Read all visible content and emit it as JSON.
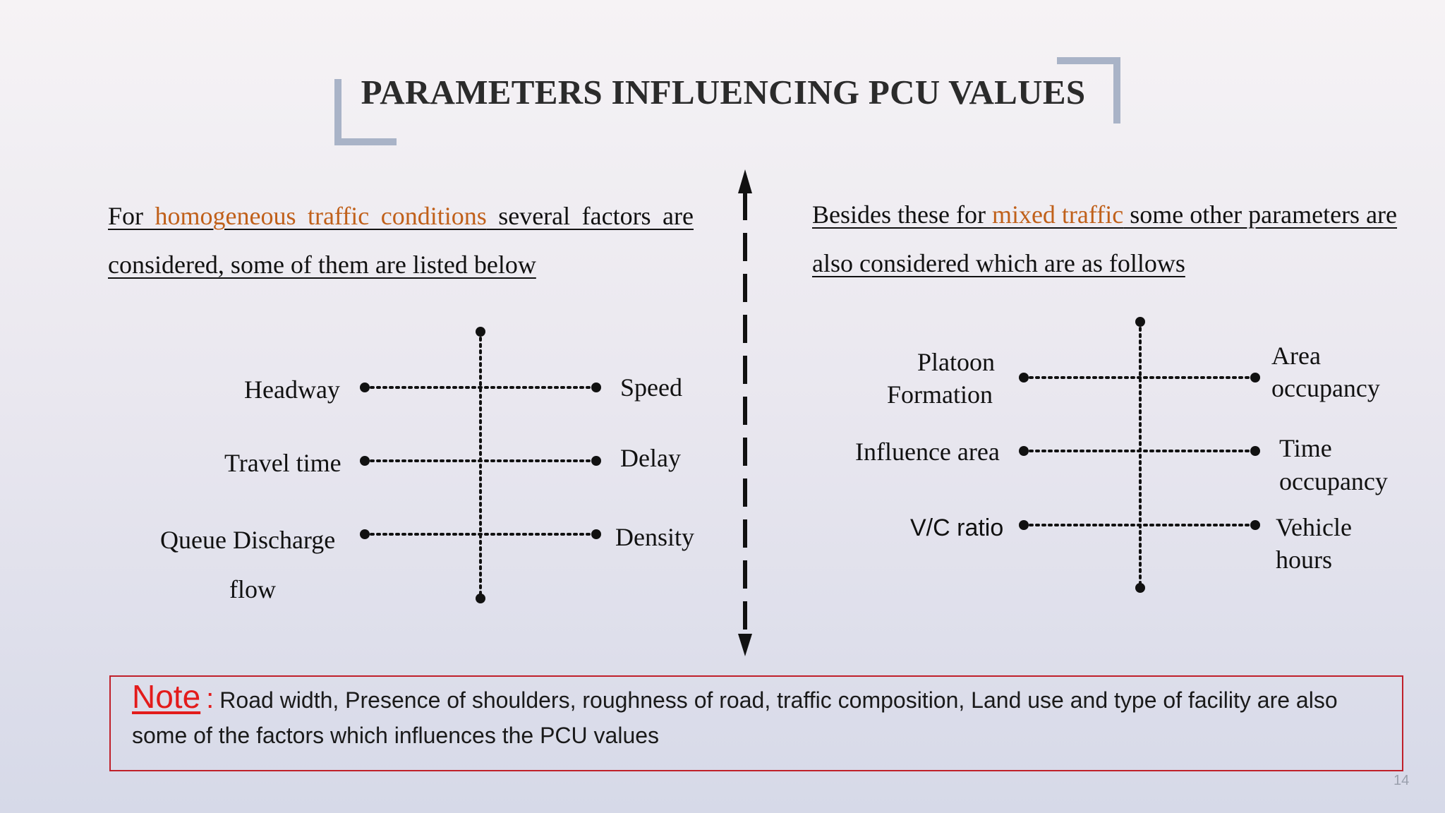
{
  "title": "PARAMETERS INFLUENCING PCU VALUES",
  "left": {
    "intro_pre": "For ",
    "intro_highlight": "homogeneous traffic conditions",
    "intro_post": " several factors are considered, some of them are listed below",
    "labels": {
      "headway": "Headway",
      "travel_time": "Travel time",
      "queue_1": "Queue Discharge",
      "queue_2": "flow",
      "speed": "Speed",
      "delay": "Delay",
      "density": "Density"
    }
  },
  "right": {
    "intro_pre": "Besides these for ",
    "intro_highlight": "mixed traffic",
    "intro_post": " some other parameters are also considered which are as follows",
    "labels": {
      "platoon_1": "Platoon",
      "platoon_2": "Formation",
      "influence": "Influence area",
      "vc": "V/C ratio",
      "area_1": "Area",
      "area_2": "occupancy",
      "time_1": "Time",
      "time_2": "occupancy",
      "vehicle_1": "Vehicle",
      "vehicle_2": "hours"
    }
  },
  "note": {
    "label": "Note",
    "colon": ":",
    "text": "Road width, Presence of shoulders, roughness of road, traffic composition, Land use and type of facility are also some of the factors which influences the PCU values"
  },
  "slide_number": "14",
  "colors": {
    "highlight": "#c0601a",
    "note_red": "#e31b1b",
    "bracket": "#a9b3c7"
  }
}
